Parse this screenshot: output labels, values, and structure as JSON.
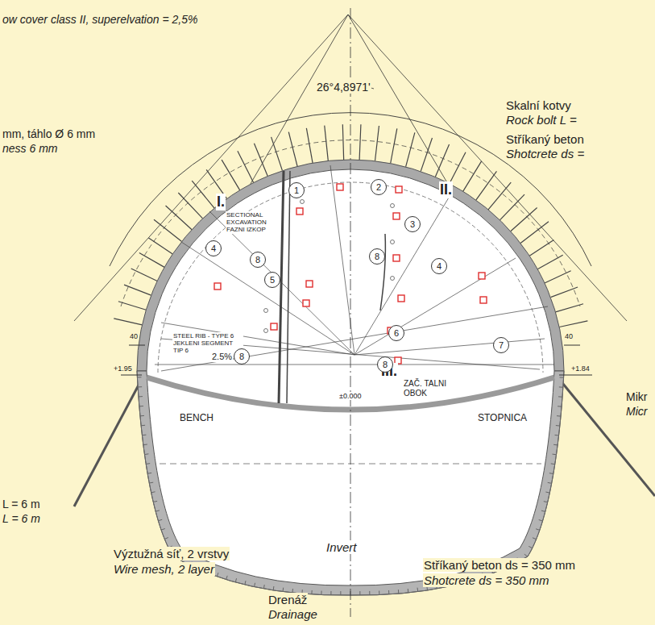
{
  "diagram": {
    "nodes": [
      {
        "text": [
          "1"
        ]
      },
      {
        "text": [
          "2"
        ]
      },
      {
        "text": [
          "3"
        ]
      },
      {
        "text": [
          "4"
        ]
      },
      {
        "text": [
          "8"
        ]
      },
      {
        "text": [
          "8"
        ]
      },
      {
        "text": [
          "4"
        ]
      },
      {
        "text": [
          "5"
        ]
      },
      {
        "text": [
          "6"
        ]
      },
      {
        "text": [
          "7"
        ]
      },
      {
        "text": [
          "8"
        ]
      },
      {
        "text": [
          "8"
        ]
      }
    ],
    "labels": [
      "ow cover class II, superelvation = 2,5%",
      "26°4,8971'",
      "Skalní kotvy",
      "Rock bolt L =",
      "Stříkaný beton",
      "Shotcrete ds =",
      "mm, táhlo Ø 6 mm",
      "ness 6 mm",
      "Mikr",
      "Micr",
      "L = 6 m",
      "L = 6 m",
      "Výztužná síť, 2 vrstvy",
      "Wire mesh, 2 layer",
      "Drenáž",
      "Drainage",
      "Stříkaný beton ds = 350 mm",
      "Shotcrete ds = 350 mm",
      "Invert",
      "BENCH",
      "STOPNICA",
      "ZAČ. TALNI OBOK",
      "III.",
      "II.",
      "I.",
      "SECTIONAL EXCAVATION FAZNI IZKOP",
      "STEEL RIB - TYPE 6 JEKLENI SEGMENT TIP 6",
      "2.5%",
      "±0.000",
      "+1.95",
      "+1.84",
      "40",
      "40"
    ]
  }
}
